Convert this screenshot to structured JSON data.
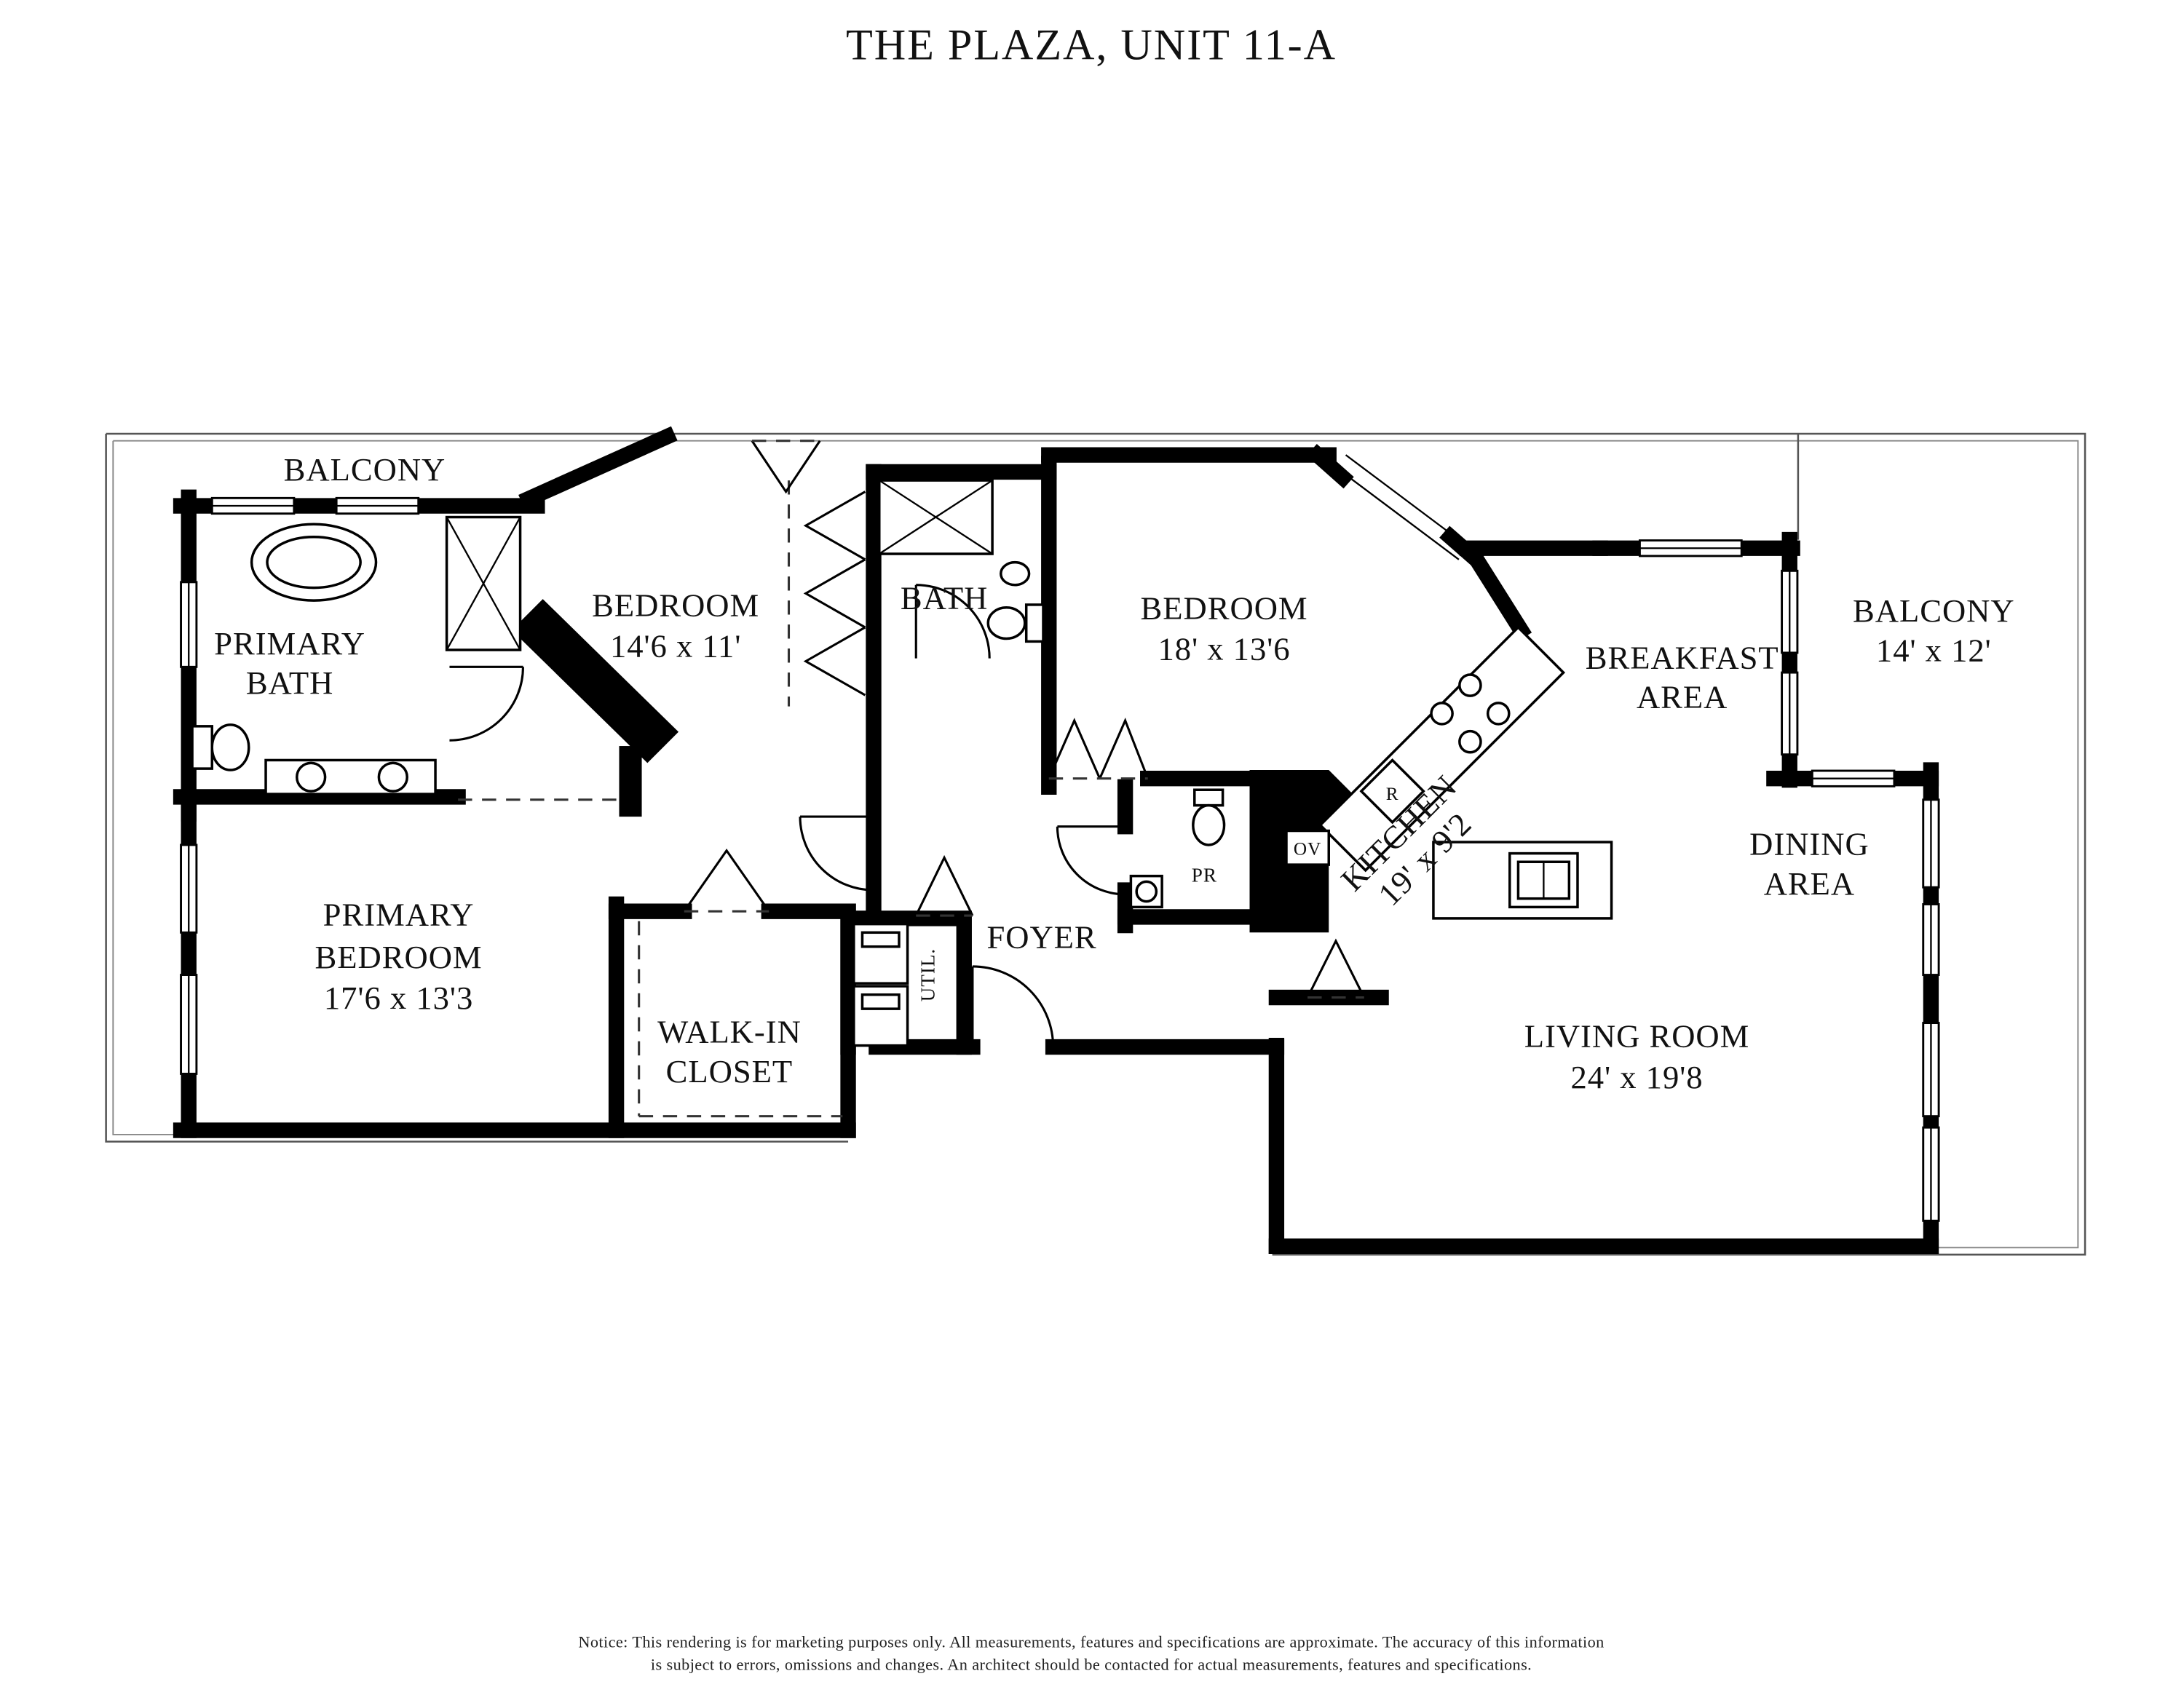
{
  "title": "THE PLAZA, UNIT 11-A",
  "rooms": {
    "balcony_left": {
      "name": "BALCONY"
    },
    "primary_bath": {
      "line1": "PRIMARY",
      "line2": "BATH"
    },
    "bedroom_2": {
      "name": "BEDROOM",
      "dims": "14'6 x 11'"
    },
    "bath": {
      "name": "BATH"
    },
    "bedroom_3": {
      "name": "BEDROOM",
      "dims": "18' x 13'6"
    },
    "breakfast_area": {
      "line1": "BREAKFAST",
      "line2": "AREA"
    },
    "balcony_right": {
      "name": "BALCONY",
      "dims": "14' x 12'"
    },
    "kitchen": {
      "name": "KITCHEN",
      "dims": "19' x 9'2"
    },
    "dining_area": {
      "line1": "DINING",
      "line2": "AREA"
    },
    "powder_room": {
      "name": "PR"
    },
    "primary_bedroom": {
      "line1": "PRIMARY",
      "line2": "BEDROOM",
      "dims": "17'6 x 13'3"
    },
    "walk_in_closet": {
      "line1": "WALK-IN",
      "line2": "CLOSET"
    },
    "utility": {
      "name": "UTIL."
    },
    "foyer": {
      "name": "FOYER"
    },
    "living_room": {
      "name": "LIVING ROOM",
      "dims": "24' x 19'8"
    }
  },
  "appliances": {
    "refrigerator": "R",
    "oven": "OV"
  },
  "notice": {
    "line1": "Notice: This rendering is for marketing purposes only. All measurements, features and specifications are approximate. The accuracy of this information",
    "line2": "is subject to errors, omissions and changes. An architect should be contacted for actual measurements, features and specifications."
  },
  "colors": {
    "wall": "#000000",
    "background": "#ffffff",
    "boundary": "#555555"
  }
}
